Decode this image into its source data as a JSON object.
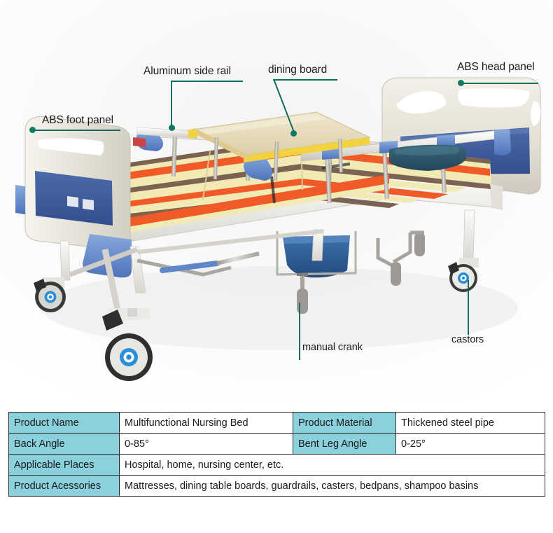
{
  "figure": {
    "name": "multifunctional-nursing-bed-photo",
    "callouts": [
      {
        "id": "abs-foot-panel",
        "label": "ABS foot panel"
      },
      {
        "id": "aluminum-side-rail",
        "label": "Aluminum side rail"
      },
      {
        "id": "dining-board",
        "label": "dining board"
      },
      {
        "id": "abs-head-panel",
        "label": "ABS head panel"
      },
      {
        "id": "manual-crank",
        "label": "manual crank"
      },
      {
        "id": "castors",
        "label": "castors"
      }
    ],
    "colors": {
      "callout_line": "#0d6e5e",
      "callout_dot": "#0b7a63",
      "callout_text": "#1c1c1c",
      "abs_panel": "#e6e2d8",
      "panel_insert_blue": "#3f5b99",
      "bumper_blue": "#5f86c8",
      "mattress_orange": "#f05a27",
      "mattress_cream": "#f2eab4",
      "mattress_brown": "#7c6251",
      "dining_board_wood": "#e3d7b8",
      "dining_board_edge": "#f2d23f",
      "basin_blue": "#2f5f95",
      "bedpan_teal": "#2c5566",
      "frame_white": "#efefeb",
      "steel": "#b9b7b2",
      "castor_hub": "#2b8fd8"
    }
  },
  "spec_table": {
    "rows": [
      {
        "cells": [
          {
            "type": "key",
            "text": "Product Name",
            "span": 1
          },
          {
            "type": "val",
            "text": "Multifunctional Nursing Bed",
            "span": 1
          },
          {
            "type": "key",
            "text": "Product Material",
            "span": 1
          },
          {
            "type": "val",
            "text": "Thickened steel pipe",
            "span": 1
          }
        ]
      },
      {
        "cells": [
          {
            "type": "key",
            "text": "Back Angle",
            "span": 1
          },
          {
            "type": "val",
            "text": "0-85°",
            "span": 1
          },
          {
            "type": "key",
            "text": "Bent Leg Angle",
            "span": 1
          },
          {
            "type": "val",
            "text": "0-25°",
            "span": 1
          }
        ]
      },
      {
        "cells": [
          {
            "type": "key",
            "text": "Applicable Places",
            "span": 1
          },
          {
            "type": "val",
            "text": "Hospital, home, nursing center, etc.",
            "span": 3
          }
        ]
      },
      {
        "cells": [
          {
            "type": "key",
            "text": "Product Acessories",
            "span": 1
          },
          {
            "type": "val",
            "text": "Mattresses, dining table boards, guardrails, casters, bedpans, shampoo basins",
            "span": 3
          }
        ]
      }
    ]
  }
}
